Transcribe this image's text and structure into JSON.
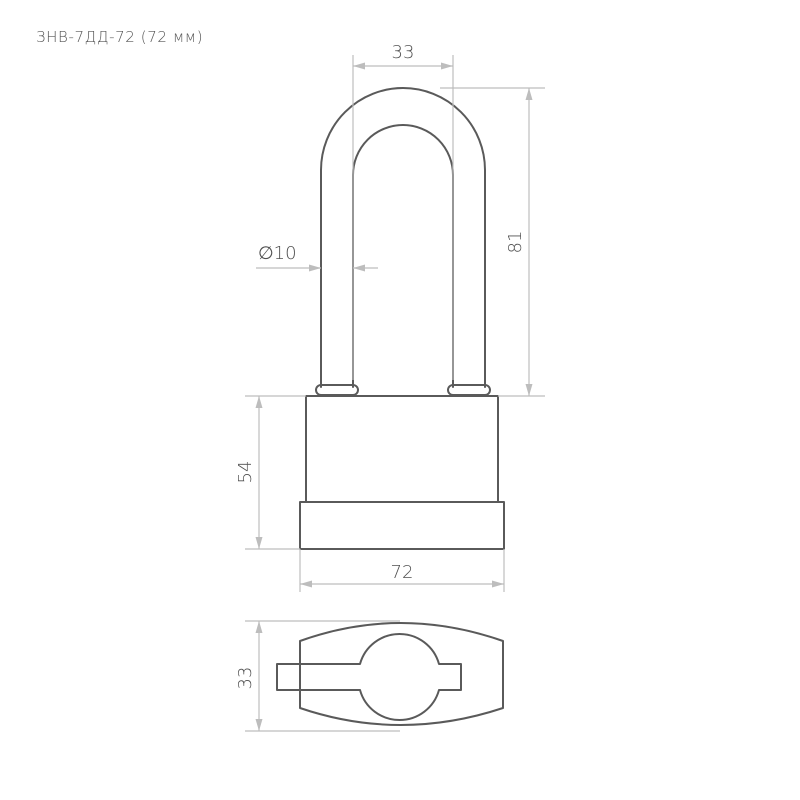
{
  "title": "ЗНВ-7ДД-72 (72 мм)",
  "dimensions": {
    "shackle_inner_width": "33",
    "shackle_height": "81",
    "shackle_diameter": "∅10",
    "body_height": "54",
    "body_width": "72",
    "body_depth": "33"
  },
  "colors": {
    "outline": "#5a5a5a",
    "dimension_line": "#bdbdbd",
    "text": "#505050"
  }
}
